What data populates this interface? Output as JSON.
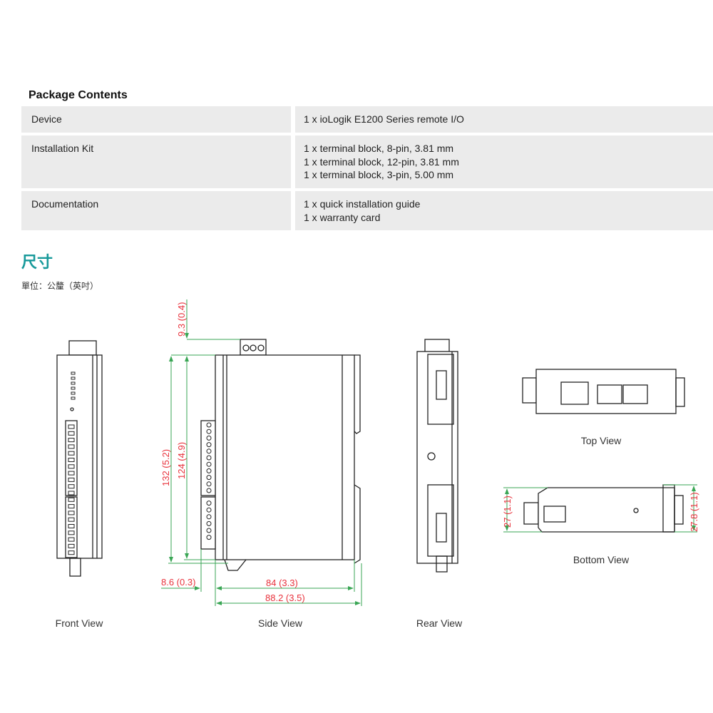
{
  "package": {
    "title": "Package Contents",
    "rows": [
      {
        "item": "Device",
        "lines": [
          "1 x ioLogik E1200 Series remote I/O"
        ]
      },
      {
        "item": "Installation Kit",
        "lines": [
          "1 x terminal block, 8-pin, 3.81 mm",
          "1 x terminal block, 12-pin, 3.81 mm",
          "1 x terminal block, 3-pin, 5.00 mm"
        ]
      },
      {
        "item": "Documentation",
        "lines": [
          "1 x quick installation guide",
          "1 x warranty card"
        ]
      }
    ]
  },
  "dimensions": {
    "heading": "尺寸",
    "unit": "單位：公釐（英吋）",
    "labels": {
      "h9_3": "9.3 (0.4)",
      "h132": "132  (5.2)",
      "h124": "124 (4.9)",
      "w8_6": "8.6 (0.3)",
      "w84": "84 (3.3)",
      "w88_2": "88.2 (3.5)",
      "h27": "27 (1.1)",
      "h27_8": "27.8 (1.1)"
    },
    "views": {
      "front": "Front View",
      "side": "Side View",
      "rear": "Rear View",
      "top": "Top View",
      "bottom": "Bottom View"
    }
  },
  "colors": {
    "accent": "#17999a",
    "dimension": "#e8323c",
    "dim_line": "#3aa655"
  }
}
